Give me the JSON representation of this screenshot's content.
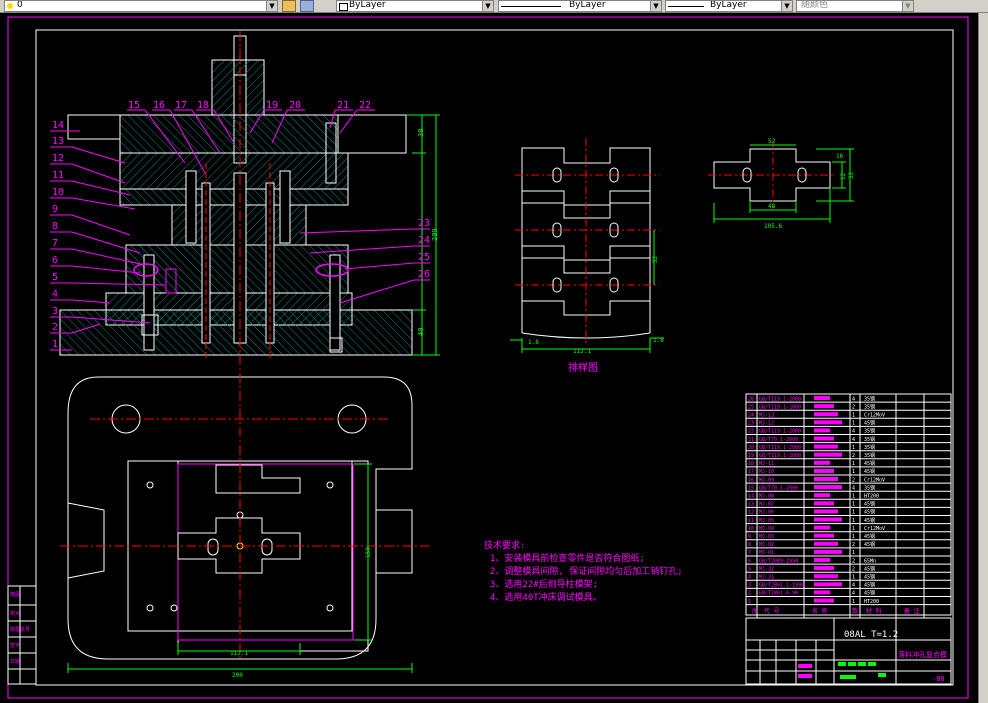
{
  "toolbar": {
    "layer_combo": "0",
    "color_combo": "ByLayer",
    "linetype_combo": "ByLayer",
    "lineweight_combo": "ByLayer",
    "plotstyle_combo": "随颜色"
  },
  "colors": {
    "background": "#000000",
    "frame": "#ffffff",
    "accent_magenta": "#ff00ff",
    "dim_green": "#00ff00",
    "center_red": "#ff0000",
    "hatch_cyan": "#00ffff"
  },
  "part_labels_left": [
    "14",
    "13",
    "12",
    "11",
    "10",
    "9",
    "8",
    "7",
    "6",
    "5",
    "4",
    "3",
    "2",
    "1"
  ],
  "part_labels_top": [
    "15",
    "16",
    "17",
    "18",
    "19",
    "20",
    "21",
    "22"
  ],
  "part_labels_right": [
    "23",
    "24",
    "25",
    "26"
  ],
  "dimensions": {
    "height_total": "209",
    "height_top": "38",
    "height_bottom": "40",
    "layout_height": "52",
    "layout_width": "112.1",
    "layout_left": "1.8",
    "layout_right": "1.8",
    "part_width": "52",
    "part_inner_width": "48",
    "part_bottom_width": "105.6",
    "part_notch_w": "16",
    "part_notch_h": "32",
    "part_hole_d": "12",
    "plan_width": "200",
    "plan_inner_width": "112.1",
    "plan_height": "150"
  },
  "layout_caption": "排样图",
  "technical_requirements": {
    "title": "技术要求:",
    "items": [
      "1、安装模具前检查零件是否符合图纸;",
      "2、调整模具间隙, 保证间隙均匀后加工销钉孔;",
      "3、选用22#后侧导柱模架;",
      "4、选用40T冲床调试模具。"
    ]
  },
  "title_block": {
    "material_thickness": "08AL T=1.2",
    "part_name": "落料冲孔复合模",
    "drawing_no": "-00",
    "header_cols": [
      "序",
      "代 号",
      "名 称",
      "数",
      "材 料",
      "备 注"
    ]
  },
  "bom": {
    "rows": [
      {
        "no": "26",
        "code": "GB/T119.1-2000",
        "qty": "4",
        "material": "35钢"
      },
      {
        "no": "25",
        "code": "GB/T119.1-2000",
        "qty": "2",
        "material": "35钢"
      },
      {
        "no": "24",
        "code": "MJ-13",
        "qty": "1",
        "material": "Cr12MoV"
      },
      {
        "no": "23",
        "code": "MJ-12",
        "qty": "1",
        "material": "45钢"
      },
      {
        "no": "22",
        "code": "GB/T119.1-2000",
        "qty": "4",
        "material": "35钢"
      },
      {
        "no": "21",
        "code": "GB/T70.1-2000",
        "qty": "4",
        "material": "35钢"
      },
      {
        "no": "20",
        "code": "GB/T119.1-2000",
        "qty": "1",
        "material": "35钢"
      },
      {
        "no": "19",
        "code": "GB/T119.1-2000",
        "qty": "2",
        "material": "35钢"
      },
      {
        "no": "18",
        "code": "MJ-11",
        "qty": "1",
        "material": "45钢"
      },
      {
        "no": "17",
        "code": "MJ-10",
        "qty": "1",
        "material": "45钢"
      },
      {
        "no": "16",
        "code": "MJ-09",
        "qty": "2",
        "material": "Cr12MoV"
      },
      {
        "no": "15",
        "code": "GB/T70.1-2000",
        "qty": "4",
        "material": "35钢"
      },
      {
        "no": "14",
        "code": "MJ-08",
        "qty": "1",
        "material": "HT200"
      },
      {
        "no": "13",
        "code": "MJ-07",
        "qty": "1",
        "material": "45钢"
      },
      {
        "no": "12",
        "code": "MJ-06",
        "qty": "1",
        "material": "45钢"
      },
      {
        "no": "11",
        "code": "MJ-05",
        "qty": "1",
        "material": "45钢"
      },
      {
        "no": "10",
        "code": "MJ-04",
        "qty": "1",
        "material": "Cr12MoV"
      },
      {
        "no": "9",
        "code": "MJ-03",
        "qty": "1",
        "material": "45钢"
      },
      {
        "no": "8",
        "code": "MJ-02",
        "qty": "2",
        "material": "45钢"
      },
      {
        "no": "7",
        "code": "MJ-01",
        "qty": "1",
        "material": ""
      },
      {
        "no": "6",
        "code": "GB/T2089-1994",
        "qty": "2",
        "material": "65Mn"
      },
      {
        "no": "5",
        "code": "MJ-32",
        "qty": "2",
        "material": "45钢"
      },
      {
        "no": "4",
        "code": "MJ-31",
        "qty": "1",
        "material": "45钢"
      },
      {
        "no": "3",
        "code": "GB/T2861.1-1990",
        "qty": "4",
        "material": "45钢"
      },
      {
        "no": "2",
        "code": "GB/T2861.6-90",
        "qty": "4",
        "material": "45钢"
      },
      {
        "no": "1",
        "code": "",
        "qty": "1",
        "material": "HT200"
      }
    ]
  },
  "left_margin_labels": [
    "描图",
    "校对",
    "底图总号",
    "签字",
    "日期"
  ]
}
